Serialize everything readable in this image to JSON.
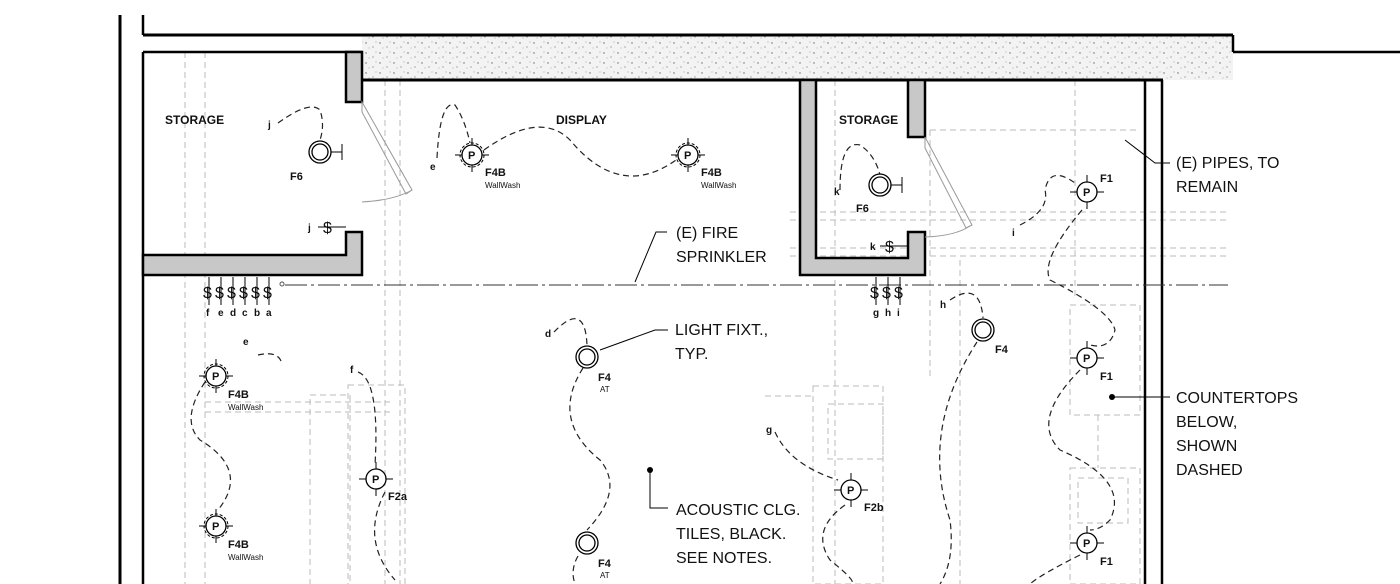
{
  "rooms": {
    "storage_left": "STORAGE",
    "display": "DISPLAY",
    "storage_right": "STORAGE"
  },
  "fixtures": {
    "f6": "F6",
    "f4b": "F4B",
    "wallwash": "WallWash",
    "f4": "F4",
    "at": "AT",
    "f1": "F1",
    "f2a": "F2a",
    "f2b": "F2b",
    "p": "P"
  },
  "switches": {
    "left_group": [
      "f",
      "e",
      "d",
      "c",
      "b",
      "a"
    ],
    "right_group": [
      "g",
      "h",
      "i"
    ],
    "symbol": "$",
    "circuit_labels": {
      "j": "j",
      "k": "k",
      "e": "e",
      "d": "d",
      "f": "f",
      "g": "g",
      "h": "h",
      "i": "i"
    }
  },
  "notes": {
    "fire_sprinkler": [
      "(E) FIRE",
      "SPRINKLER"
    ],
    "pipes": [
      "(E) PIPES, TO",
      "REMAIN"
    ],
    "light_fixt": [
      "LIGHT FIXT.,",
      "TYP."
    ],
    "countertops": [
      "COUNTERTOPS",
      "BELOW,",
      "SHOWN",
      "DASHED"
    ],
    "acoustic": [
      "ACOUSTIC CLG.",
      "TILES, BLACK.",
      "SEE NOTES."
    ]
  }
}
